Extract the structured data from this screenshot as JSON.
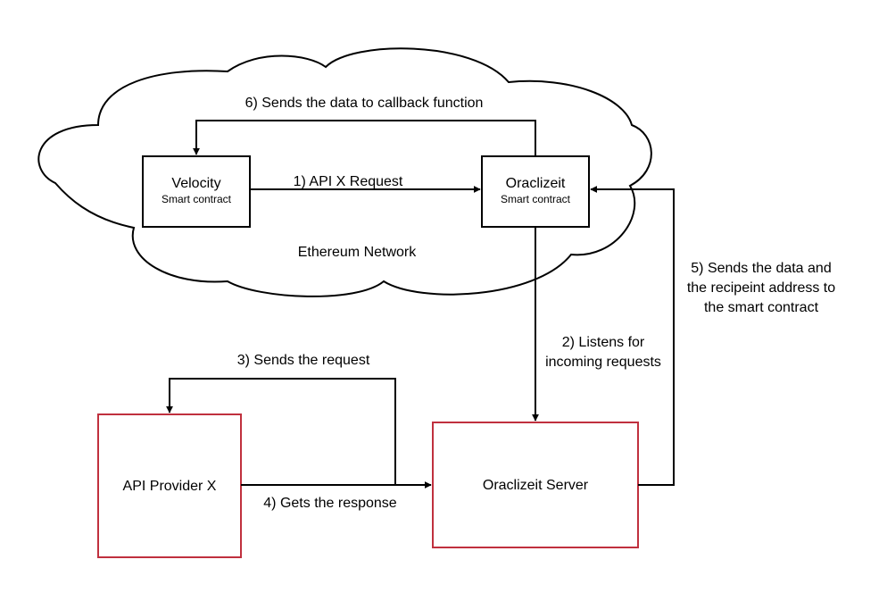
{
  "cloud": {
    "label": "Ethereum Network"
  },
  "nodes": {
    "velocity": {
      "title": "Velocity",
      "subtitle": "Smart contract"
    },
    "oraclizeit": {
      "title": "Oraclizeit",
      "subtitle": "Smart contract"
    },
    "api_provider": {
      "title": "API Provider X",
      "border_color": "#c0303e"
    },
    "oraclizeit_server": {
      "title": "Oraclizeit Server",
      "border_color": "#c0303e"
    }
  },
  "edges": {
    "e1": {
      "label": "1) API X Request"
    },
    "e2": {
      "line1": "2) Listens for",
      "line2": "incoming requests"
    },
    "e3": {
      "label": "3) Sends the request"
    },
    "e4": {
      "label": "4) Gets the response"
    },
    "e5": {
      "line1": "5) Sends the data and",
      "line2": "the recipeint address to",
      "line3": "the smart contract"
    },
    "e6": {
      "label": "6) Sends the data to callback function"
    }
  }
}
